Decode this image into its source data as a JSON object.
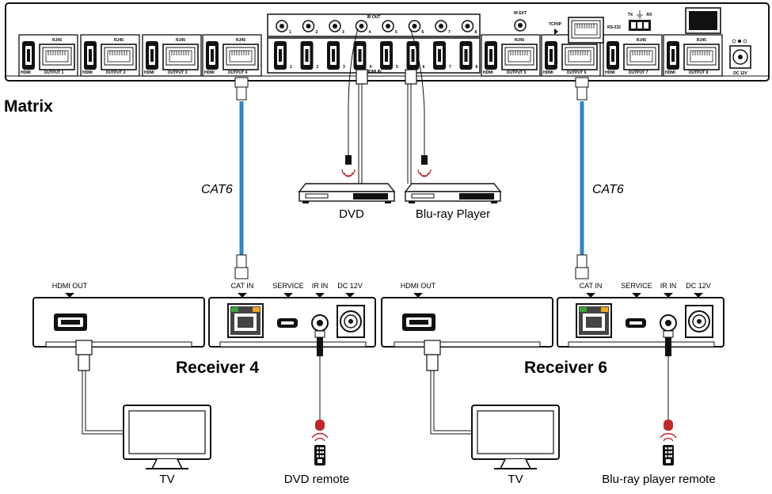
{
  "matrix": {
    "title": "Matrix",
    "ir_out_label": "IR OUT",
    "ir_out_ports": [
      "1",
      "2",
      "3",
      "4",
      "5",
      "6",
      "7",
      "8"
    ],
    "hdmi_in_label": "HDMI IN",
    "hdmi_in_ports": [
      "1",
      "2",
      "3",
      "4",
      "5",
      "6",
      "7",
      "8"
    ],
    "outputs": [
      {
        "rj45": "RJ45",
        "hdmi": "HDMI",
        "name": "OUTPUT 1"
      },
      {
        "rj45": "RJ45",
        "hdmi": "HDMI",
        "name": "OUTPUT 2"
      },
      {
        "rj45": "RJ45",
        "hdmi": "HDMI",
        "name": "OUTPUT 3"
      },
      {
        "rj45": "RJ45",
        "hdmi": "HDMI",
        "name": "OUTPUT 4"
      },
      {
        "rj45": "RJ45",
        "hdmi": "HDMI",
        "name": "OUTPUT 5"
      },
      {
        "rj45": "RJ45",
        "hdmi": "HDMI",
        "name": "OUTPUT 6"
      },
      {
        "rj45": "RJ45",
        "hdmi": "HDMI",
        "name": "OUTPUT 7"
      },
      {
        "rj45": "RJ45",
        "hdmi": "HDMI",
        "name": "OUTPUT 8"
      }
    ],
    "ir_ext_label": "IR EXT",
    "tcpip_label": "TCP/IP",
    "rs232_label": "RS-232",
    "tx_label": "TX",
    "rx_label": "RX",
    "dc_label": "DC 12V"
  },
  "cables": {
    "left": "CAT6",
    "right": "CAT6"
  },
  "sources": {
    "dvd": "DVD",
    "bluray": "Blu-ray Player"
  },
  "receivers": [
    {
      "title": "Receiver 4",
      "hdmi_out": "HDMI OUT",
      "cat_in": "CAT IN",
      "service": "SERVICE",
      "ir_in": "IR IN",
      "dc": "DC 12V",
      "tv": "TV",
      "remote": "DVD remote"
    },
    {
      "title": "Receiver 6",
      "hdmi_out": "HDMI OUT",
      "cat_in": "CAT IN",
      "service": "SERVICE",
      "ir_in": "IR IN",
      "dc": "DC 12V",
      "tv": "TV",
      "remote": "Blu-ray player remote"
    }
  ],
  "colors": {
    "cable_blue": "#2f86c8",
    "ir_red": "#c0282a",
    "rj45_green": "#3aa33a",
    "rj45_yellow": "#f1a81c"
  }
}
